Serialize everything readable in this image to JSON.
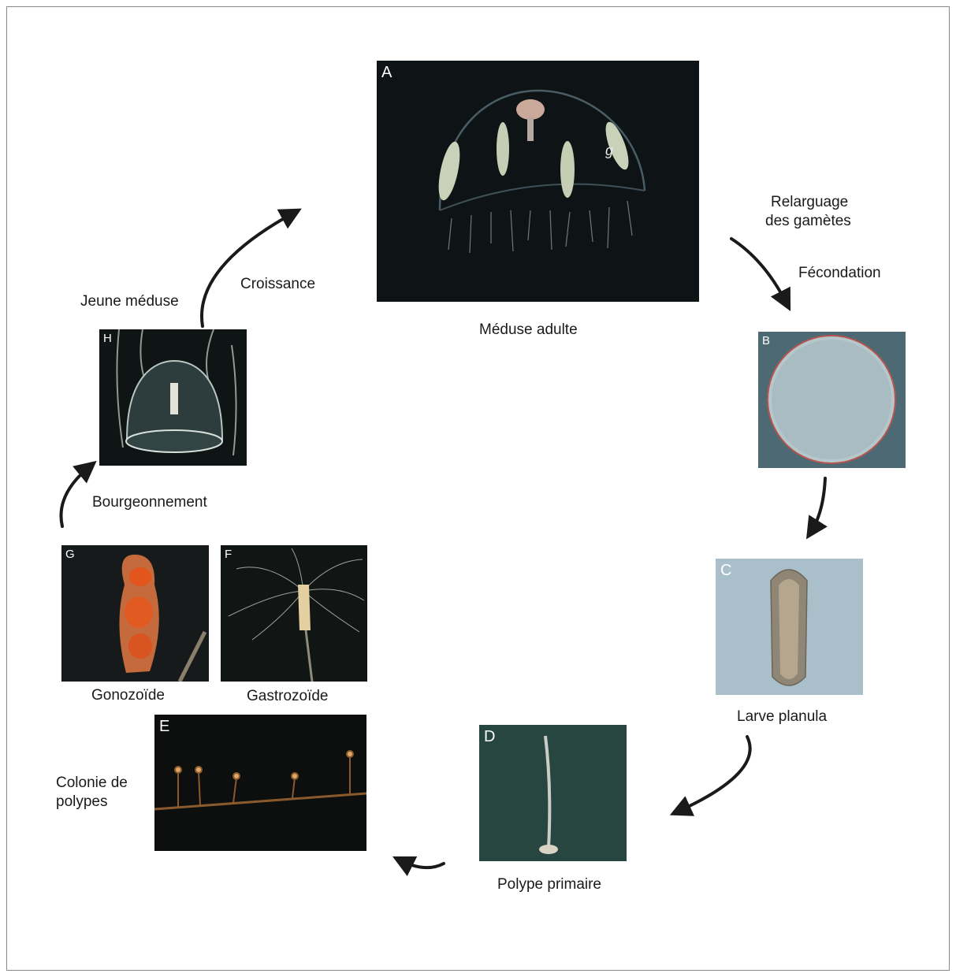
{
  "panels": {
    "A": {
      "letter": "A",
      "caption": "Méduse adulte",
      "gonad_label": "g"
    },
    "B": {
      "letter": "B"
    },
    "C": {
      "letter": "C",
      "caption": "Larve planula"
    },
    "D": {
      "letter": "D",
      "caption": "Polype primaire"
    },
    "E": {
      "letter": "E",
      "caption_line1": "Colonie de",
      "caption_line2": "polypes"
    },
    "F": {
      "letter": "F",
      "caption": "Gastrozoïde"
    },
    "G": {
      "letter": "G",
      "caption": "Gonozoïde"
    },
    "H": {
      "letter": "H",
      "caption": "Jeune méduse"
    }
  },
  "steps": {
    "release_line1": "Relarguage",
    "release_line2": "des gamètes",
    "fertilization": "Fécondation",
    "growth": "Croissance",
    "budding": "Bourgeonnement"
  },
  "colors": {
    "arrow": "#1a1a1a",
    "dark_photo": "#0e1416",
    "embryo_bg": "#4d6a74",
    "planula_bg": "#a9bfca",
    "polyp_bg": "#274640"
  }
}
